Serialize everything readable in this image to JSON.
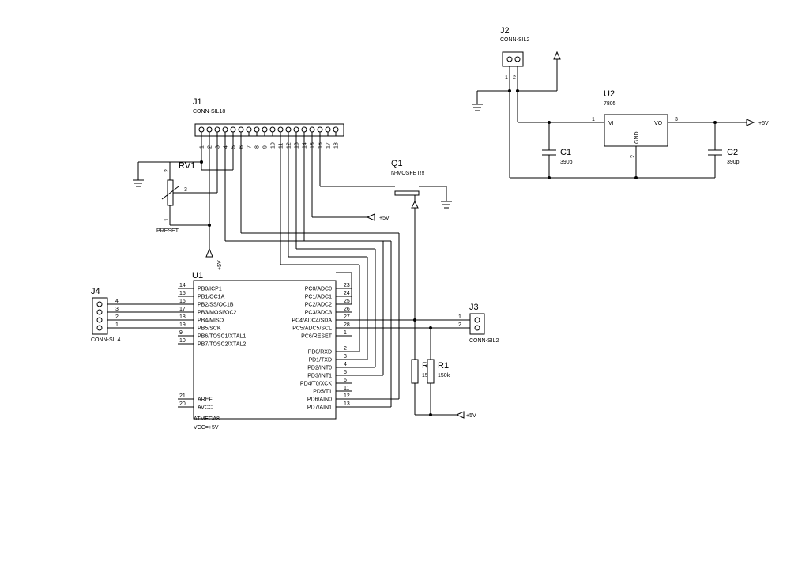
{
  "j1": {
    "ref": "J1",
    "value": "CONN-SIL18",
    "pins": [
      "1",
      "2",
      "3",
      "4",
      "5",
      "6",
      "7",
      "8",
      "9",
      "10",
      "11",
      "12",
      "13",
      "14",
      "15",
      "16",
      "17",
      "18"
    ]
  },
  "j2": {
    "ref": "J2",
    "value": "CONN-SIL2",
    "pins": [
      "1",
      "2"
    ]
  },
  "j3": {
    "ref": "J3",
    "value": "CONN-SIL2",
    "pins": [
      "1",
      "2"
    ]
  },
  "j4": {
    "ref": "J4",
    "value": "CONN-SIL4",
    "pins": [
      "4",
      "3",
      "2",
      "1"
    ]
  },
  "q1": {
    "ref": "Q1",
    "value": "N-MOSFET!!!"
  },
  "rv1": {
    "ref": "RV1",
    "value": "PRESET",
    "pins": [
      "2",
      "3",
      "1"
    ]
  },
  "u2": {
    "ref": "U2",
    "value": "7805",
    "pin_vi": "VI",
    "pin_vo": "VO",
    "pin_gnd": "GND",
    "pin1": "1",
    "pin2": "2",
    "pin3": "3"
  },
  "c1": {
    "ref": "C1",
    "value": "390p"
  },
  "c2": {
    "ref": "C2",
    "value": "390p"
  },
  "r1": {
    "ref": "R1",
    "value": "150k"
  },
  "r2": {
    "ref": "R2",
    "value": "150k"
  },
  "power": {
    "vcc": "+5V"
  },
  "u1": {
    "ref": "U1",
    "value": "ATMEGA8",
    "note": "VCC=+5V",
    "left_pins": [
      {
        "num": "14",
        "name": "PB0/ICP1"
      },
      {
        "num": "15",
        "name": "PB1/OC1A"
      },
      {
        "num": "16",
        "name": "PB2/SS/OC1B"
      },
      {
        "num": "17",
        "name": "PB3/MOSI/OC2"
      },
      {
        "num": "18",
        "name": "PB4/MISO"
      },
      {
        "num": "19",
        "name": "PB5/SCK"
      },
      {
        "num": "9",
        "name": "PB6/TOSC1/XTAL1"
      },
      {
        "num": "10",
        "name": "PB7/TOSC2/XTAL2"
      },
      {
        "num": "21",
        "name": "AREF"
      },
      {
        "num": "20",
        "name": "AVCC"
      }
    ],
    "right_pins": [
      {
        "num": "23",
        "name": "PC0/ADC0"
      },
      {
        "num": "24",
        "name": "PC1/ADC1"
      },
      {
        "num": "25",
        "name": "PC2/ADC2"
      },
      {
        "num": "26",
        "name": "PC3/ADC3"
      },
      {
        "num": "27",
        "name": "PC4/ADC4/SDA"
      },
      {
        "num": "28",
        "name": "PC5/ADC5/SCL"
      },
      {
        "num": "1",
        "name": "PC6/RESET"
      },
      {
        "num": "2",
        "name": "PD0/RXD"
      },
      {
        "num": "3",
        "name": "PD1/TXD"
      },
      {
        "num": "4",
        "name": "PD2/INT0"
      },
      {
        "num": "5",
        "name": "PD3/INT1"
      },
      {
        "num": "6",
        "name": "PD4/T0/XCK"
      },
      {
        "num": "11",
        "name": "PD5/T1"
      },
      {
        "num": "12",
        "name": "PD6/AIN0"
      },
      {
        "num": "13",
        "name": "PD7/AIN1"
      }
    ]
  }
}
